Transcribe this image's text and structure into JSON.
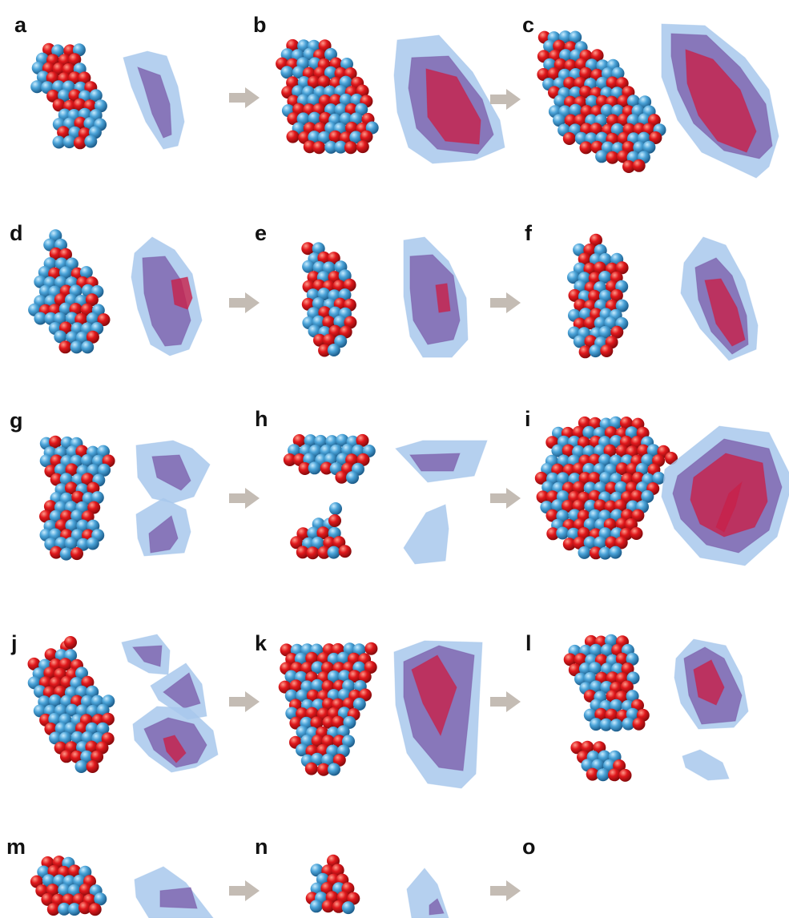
{
  "figure": {
    "panels": [
      {
        "label": "a"
      },
      {
        "label": "b"
      },
      {
        "label": "c"
      },
      {
        "label": "d"
      },
      {
        "label": "e"
      },
      {
        "label": "f"
      },
      {
        "label": "g"
      },
      {
        "label": "h"
      },
      {
        "label": "i"
      },
      {
        "label": "j"
      },
      {
        "label": "k"
      },
      {
        "label": "l"
      },
      {
        "label": "m"
      },
      {
        "label": "n"
      },
      {
        "label": "o"
      }
    ]
  },
  "colors": {
    "atom_blue": "#4aa3d8",
    "atom_red": "#e0181c",
    "hull_outer": "#a8c8ec",
    "hull_mid": "#7a5aa8",
    "hull_core": "#c8204a",
    "arrow": "#c4bcb4"
  }
}
